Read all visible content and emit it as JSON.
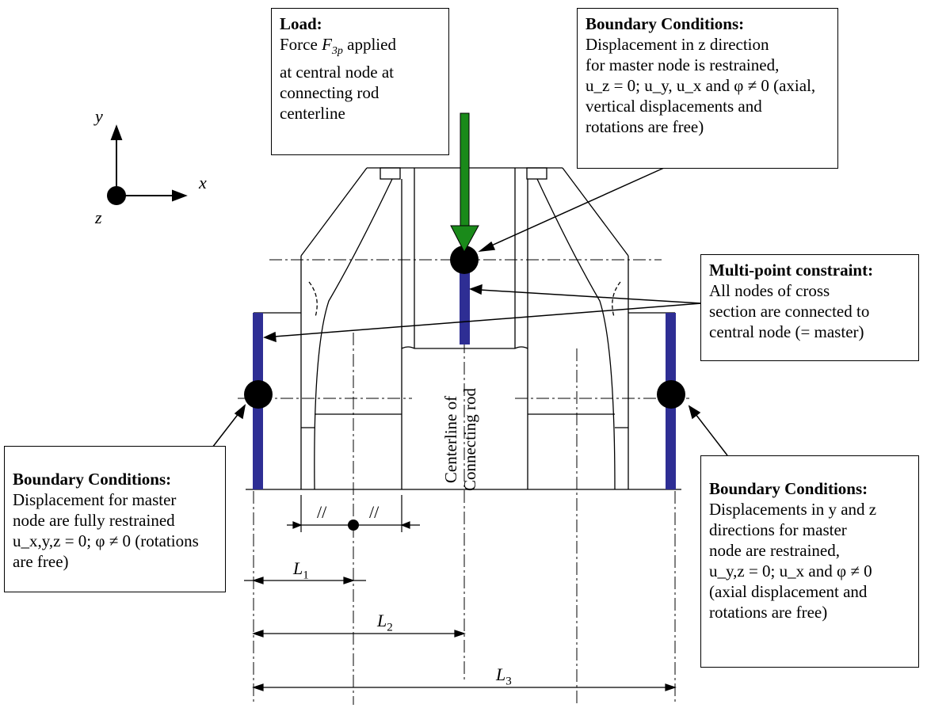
{
  "axes": {
    "y": "y",
    "x": "x",
    "z": "z"
  },
  "load_box": {
    "heading": "Load:",
    "line1_pre": "Force ",
    "force_symbol": "F",
    "force_sub": "3p",
    "line1_post": " applied",
    "line2": "at central node  at",
    "line3": "connecting rod",
    "line4": "centerline"
  },
  "bc_top_box": {
    "heading": "Boundary Conditions:",
    "line1": "Displacement in z direction",
    "line2": "for master node is restrained,",
    "line3": "u_z = 0; u_y, u_x and φ ≠ 0 (axial,",
    "line4": "vertical displacements and",
    "line5": "rotations are free)"
  },
  "mpc_box": {
    "heading": "Multi-point constraint:",
    "line1": "All nodes of cross",
    "line2": "section are connected to",
    "line3": "central node (= master)"
  },
  "bc_left_box": {
    "heading": "Boundary Conditions:",
    "line1": "Displacement for master",
    "line2": "node are fully restrained",
    "line3": "u_x,y,z = 0; φ ≠ 0 (rotations",
    "line4": "are free)"
  },
  "bc_right_box": {
    "heading": "Boundary Conditions:",
    "line1": "Displacements in y and z",
    "line2": "directions for master",
    "line3": "node are restrained,",
    "line4": "u_y,z = 0; u_x and φ ≠ 0",
    "line5": "(axial displacement and",
    "line6": "rotations are free)"
  },
  "centerline_label": {
    "line1": "Centerline of",
    "line2": "Connecting rod"
  },
  "dimensions": {
    "L1": {
      "symbol": "L",
      "sub": "1"
    },
    "L2": {
      "symbol": "L",
      "sub": "2"
    },
    "L3": {
      "symbol": "L",
      "sub": "3"
    },
    "symmetry_mark": "//"
  },
  "colors": {
    "load_arrow": "#1a8a1a",
    "constraint_bar": "#2e2e94",
    "line": "#000000"
  }
}
